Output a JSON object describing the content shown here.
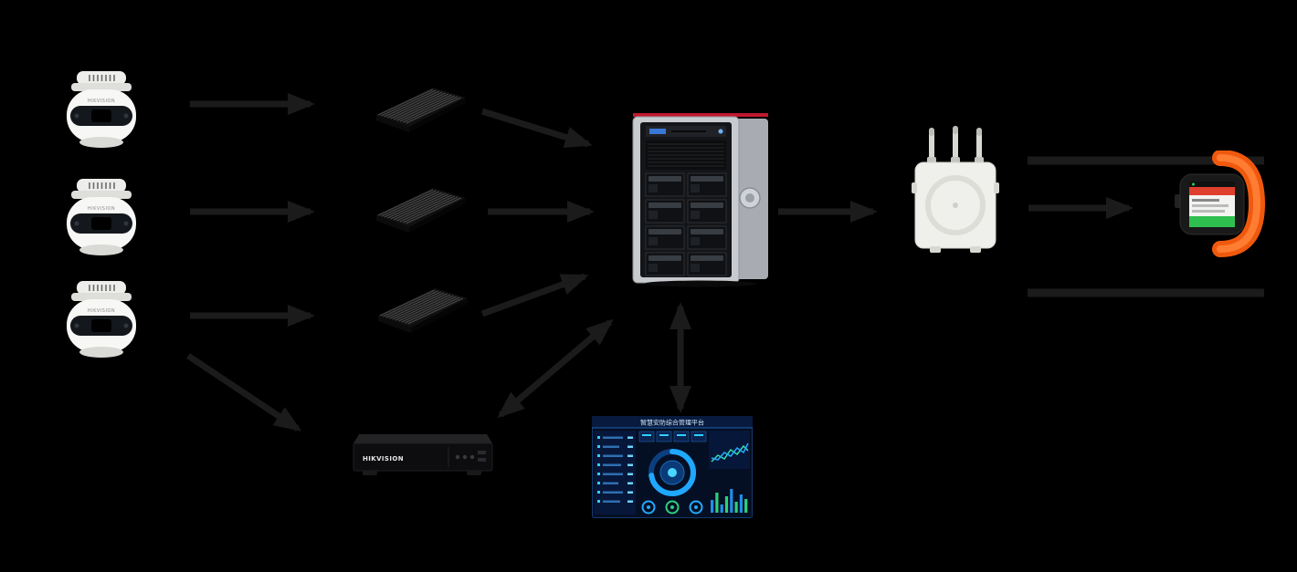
{
  "diagram": {
    "colors": {
      "background": "#000000",
      "arrow": "#1b1b1b",
      "watch_band": "#f0590d",
      "dashboard_accent": "#1fa8ff",
      "green": "#2fbf4f"
    },
    "labels": {
      "camera_brand": "HIKVISION",
      "nvr_brand": "HIKVISION",
      "dashboard_title": "智慧安防综合管理平台"
    },
    "nodes": [
      {
        "id": "camera-1",
        "type": "ip-camera"
      },
      {
        "id": "camera-2",
        "type": "ip-camera"
      },
      {
        "id": "camera-3",
        "type": "ip-camera"
      },
      {
        "id": "edge-box-1",
        "type": "edge-ai-box"
      },
      {
        "id": "edge-box-2",
        "type": "edge-ai-box"
      },
      {
        "id": "edge-box-3",
        "type": "edge-ai-box"
      },
      {
        "id": "server",
        "type": "tower-server"
      },
      {
        "id": "nvr",
        "type": "network-video-recorder"
      },
      {
        "id": "dashboard",
        "type": "monitoring-dashboard"
      },
      {
        "id": "wireless-ap",
        "type": "wireless-access-point"
      },
      {
        "id": "smartwatch",
        "type": "smartwatch"
      }
    ],
    "connections": [
      {
        "from": "camera-1",
        "to": "edge-box-1",
        "bidirectional": false
      },
      {
        "from": "camera-2",
        "to": "edge-box-2",
        "bidirectional": false
      },
      {
        "from": "camera-3",
        "to": "edge-box-3",
        "bidirectional": false
      },
      {
        "from": "camera-3",
        "to": "nvr",
        "bidirectional": false
      },
      {
        "from": "edge-box-1",
        "to": "server",
        "bidirectional": false
      },
      {
        "from": "edge-box-2",
        "to": "server",
        "bidirectional": false
      },
      {
        "from": "edge-box-3",
        "to": "server",
        "bidirectional": false
      },
      {
        "from": "nvr",
        "to": "server",
        "bidirectional": true
      },
      {
        "from": "server",
        "to": "dashboard",
        "bidirectional": true
      },
      {
        "from": "server",
        "to": "wireless-ap",
        "bidirectional": false
      },
      {
        "from": "wireless-ap",
        "to": "smartwatch",
        "bidirectional": false
      }
    ]
  }
}
